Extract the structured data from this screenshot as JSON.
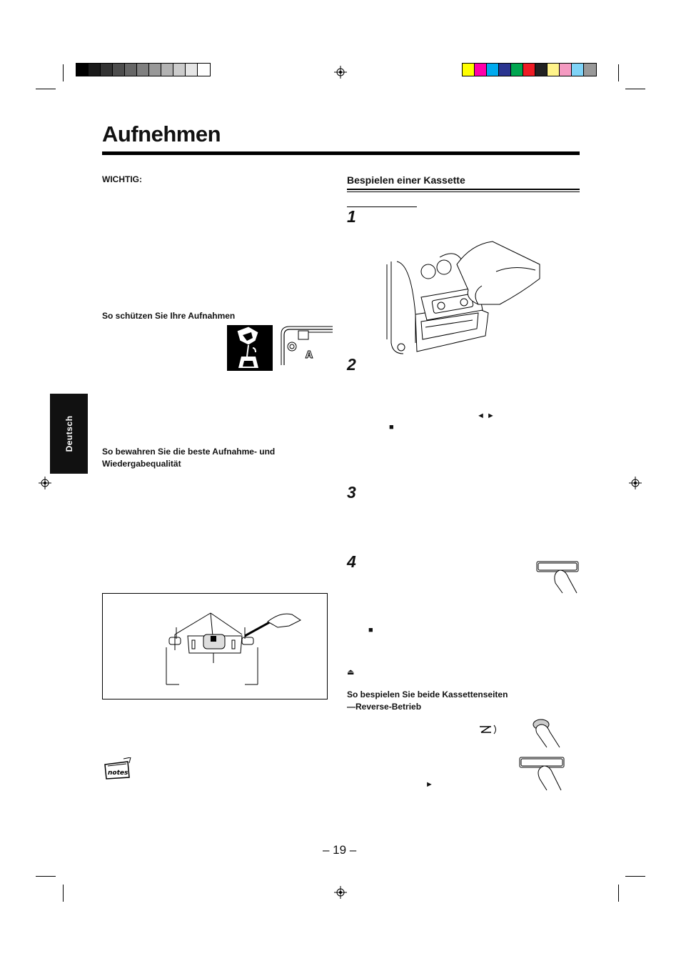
{
  "page": {
    "title": "Aufnehmen",
    "page_number": "– 19 –",
    "side_tab": "Deutsch"
  },
  "left_column": {
    "wichtig_label": "WICHTIG:",
    "protect_heading": "So schützen Sie Ihre Aufnahmen",
    "quality_heading_line1": "So bewahren Sie die beste Aufnahme- und",
    "quality_heading_line2": "Wiedergabequalität",
    "tab_letter": "A"
  },
  "right_column": {
    "section_heading": "Bespielen einer Kassette",
    "steps": [
      "1",
      "2",
      "3",
      "4"
    ],
    "reverse_heading_line1": "So bespielen Sie beide Kassettenseiten",
    "reverse_heading_line2": "—Reverse-Betrieb"
  },
  "symbols": {
    "rewind_play": "◄ ►",
    "stop": "■",
    "stop2": "■",
    "eject": "⏏",
    "play": "►"
  },
  "colors": {
    "gray_bar": [
      "#000000",
      "#1a1a1a",
      "#333333",
      "#4d4d4d",
      "#666666",
      "#808080",
      "#999999",
      "#b3b3b3",
      "#cccccc",
      "#e6e6e6",
      "#ffffff"
    ],
    "color_bar": [
      "#ffff00",
      "#ff00aa",
      "#00aaee",
      "#2a3590",
      "#00a650",
      "#ee1c25",
      "#222222",
      "#fff38a",
      "#f49ac1",
      "#7fd3f7",
      "#999999"
    ]
  }
}
